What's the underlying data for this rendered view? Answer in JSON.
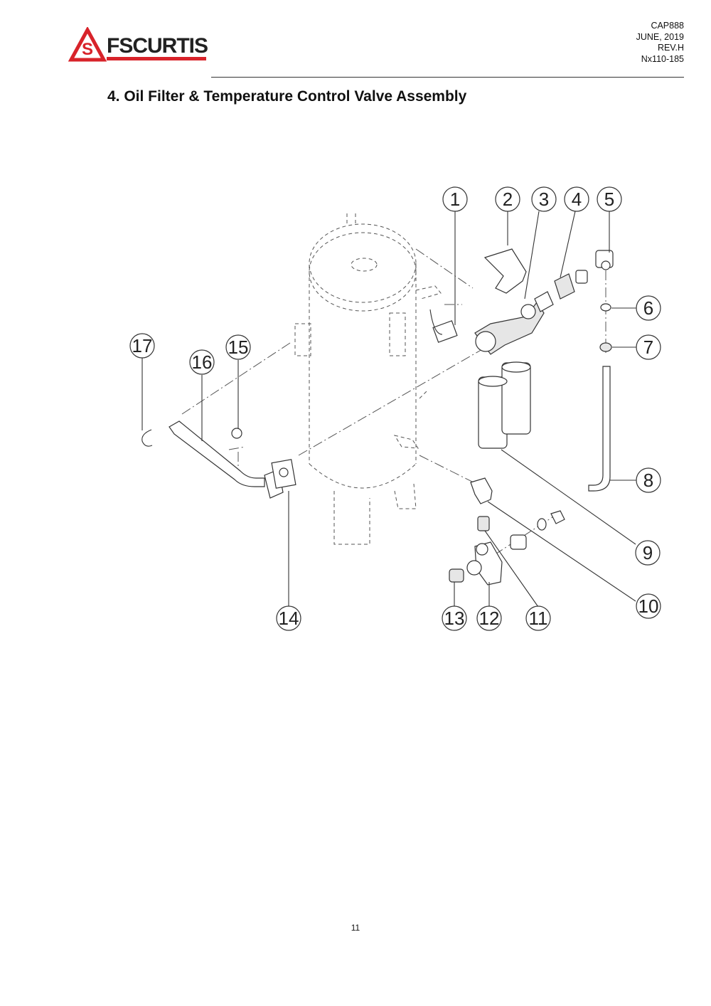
{
  "header": {
    "brand": "FSCURTIS",
    "doc_code": "CAP888",
    "date": "JUNE, 2019",
    "revision": "REV.H",
    "model": "Nx110-185"
  },
  "section": {
    "title": "4.  Oil Filter & Temperature Control Valve Assembly"
  },
  "callouts": [
    "1",
    "2",
    "3",
    "4",
    "5",
    "6",
    "7",
    "8",
    "9",
    "10",
    "11",
    "12",
    "13",
    "14",
    "15",
    "16",
    "17"
  ],
  "colors": {
    "logo_red": "#d8232a",
    "ink": "#222222"
  },
  "footer": {
    "page_number": "11"
  }
}
